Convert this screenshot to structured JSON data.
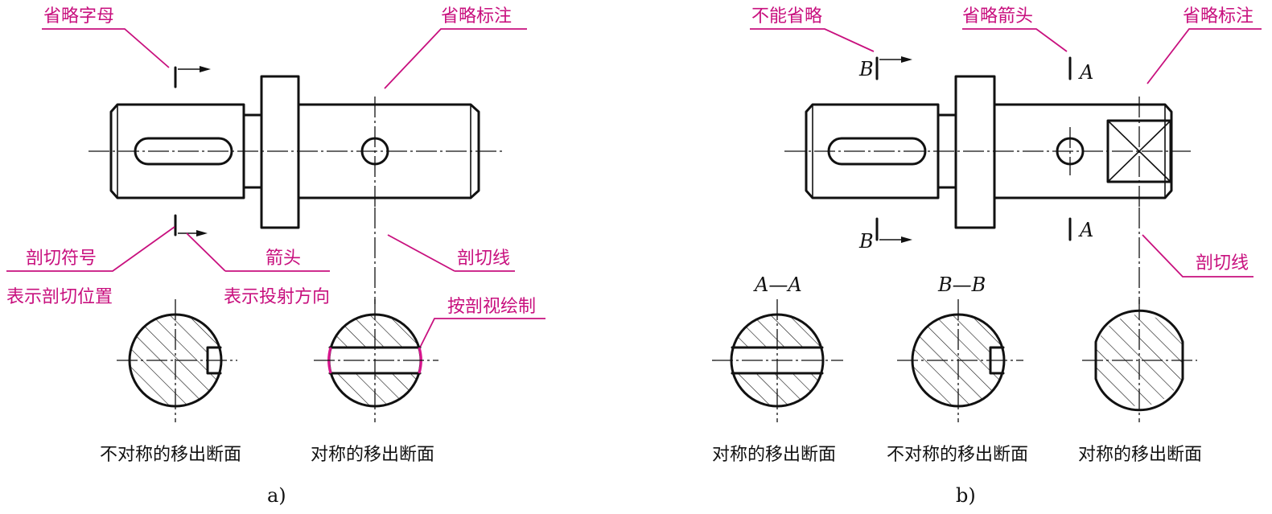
{
  "panel_a": {
    "sublabel": "a)",
    "labels": {
      "omit_letter": "省略字母",
      "omit_mark": "省略标注",
      "cut_symbol": "剖切符号",
      "cut_position": "表示剖切位置",
      "arrow": "箭头",
      "projection_dir": "表示投射方向",
      "cut_line": "剖切线",
      "draw_as_section": "按剖视绘制"
    },
    "captions": {
      "asymmetric": "不对称的移出断面",
      "symmetric": "对称的移出断面"
    }
  },
  "panel_b": {
    "sublabel": "b)",
    "labels": {
      "cannot_omit": "不能省略",
      "omit_arrow": "省略箭头",
      "omit_mark": "省略标注",
      "cut_line": "剖切线"
    },
    "letters": {
      "b_top": "B",
      "b_bottom": "B",
      "a_top": "A",
      "a_bottom": "A"
    },
    "section_titles": {
      "aa": "A—A",
      "bb": "B—B"
    },
    "captions": {
      "symmetric_1": "对称的移出断面",
      "asymmetric": "不对称的移出断面",
      "symmetric_2": "对称的移出断面"
    }
  },
  "colors": {
    "annotation": "#c8107e",
    "line": "#111111"
  }
}
